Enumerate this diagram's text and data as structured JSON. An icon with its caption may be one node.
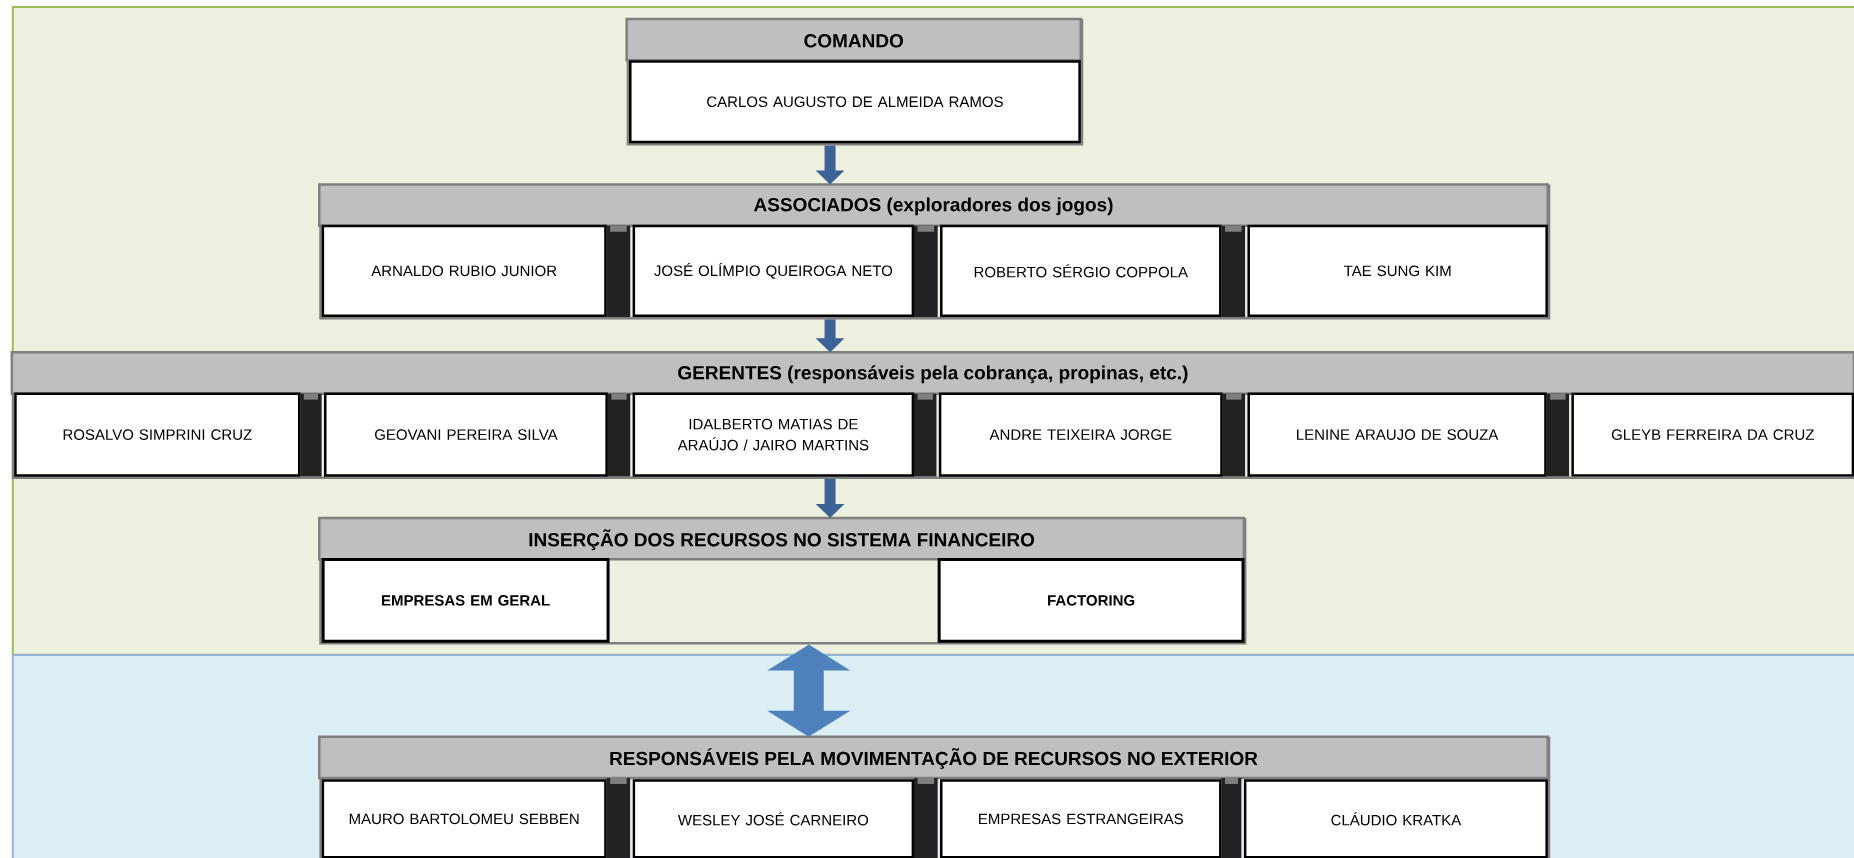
{
  "diagram": {
    "nodes": [
      {
        "text": [],
        "shape": "box"
      },
      {
        "text": [
          "COMANDO"
        ],
        "in": 0
      },
      {
        "text": [
          "CARLOS AUGUSTO DE ALMEIDA RAMOS"
        ],
        "in": 1
      },
      {
        "text": [
          "ASSOCIADOS (exploradores dos jogos)"
        ],
        "in": 0
      },
      {
        "text": [
          "ARNALDO RUBIO JUNIOR"
        ],
        "in": 3
      },
      {
        "text": [
          "JOSÉ OLÍMPIO QUEIROGA NETO"
        ],
        "in": 3
      },
      {
        "text": [
          "ROBERTO SÉRGIO COPPOLA"
        ],
        "in": 3
      },
      {
        "text": [
          "TAE SUNG KIM"
        ],
        "in": 3
      },
      {
        "text": [
          "GERENTES (responsáveis pela cobrança, propinas, etc.)"
        ],
        "in": 0
      },
      {
        "text": [
          "ROSALVO SIMPRINI CRUZ"
        ],
        "in": 8
      },
      {
        "text": [
          "GEOVANI PEREIRA SILVA"
        ],
        "in": 8
      },
      {
        "text": [
          "IDALBERTO MATIAS DE ARAÚJO / JAIRO MARTINS"
        ],
        "in": 8
      },
      {
        "text": [
          "ANDRE TEIXEIRA JORGE"
        ],
        "in": 8
      },
      {
        "text": [
          "LENINE ARAUJO DE SOUZA"
        ],
        "in": 8
      },
      {
        "text": [
          "GLEYB FERREIRA DA CRUZ"
        ],
        "in": 8
      },
      {
        "text": [
          "INSERÇÃO DOS RECURSOS NO SISTEMA FINANCEIRO"
        ],
        "in": 0
      },
      {
        "text": [
          "EMPRESAS EM GERAL"
        ],
        "in": 15
      },
      {
        "text": [
          "FACTORING"
        ],
        "in": 15
      },
      {
        "text": [],
        "shape": "box"
      },
      {
        "text": [
          "RESPONSÁVEIS PELA MOVIMENTAÇÃO DE RECURSOS NO EXTERIOR"
        ],
        "in": 18
      },
      {
        "text": [
          "MAURO BARTOLOMEU SEBBEN"
        ],
        "in": 19
      },
      {
        "text": [
          "WESLEY JOSÉ CARNEIRO"
        ],
        "in": 19
      },
      {
        "text": [
          "EMPRESAS ESTRANGEIRAS"
        ],
        "in": 19
      },
      {
        "text": [
          "CLÁUDIO KRATKA"
        ],
        "in": 19
      }
    ],
    "edges": [
      {
        "from": 1,
        "to": 3,
        "arrow": "to"
      },
      {
        "from": 3,
        "to": 8,
        "arrow": "to"
      },
      {
        "from": 8,
        "to": 15,
        "arrow": "to"
      },
      {
        "from": 15,
        "to": 19,
        "arrow": "both",
        "style": "thick"
      }
    ]
  }
}
